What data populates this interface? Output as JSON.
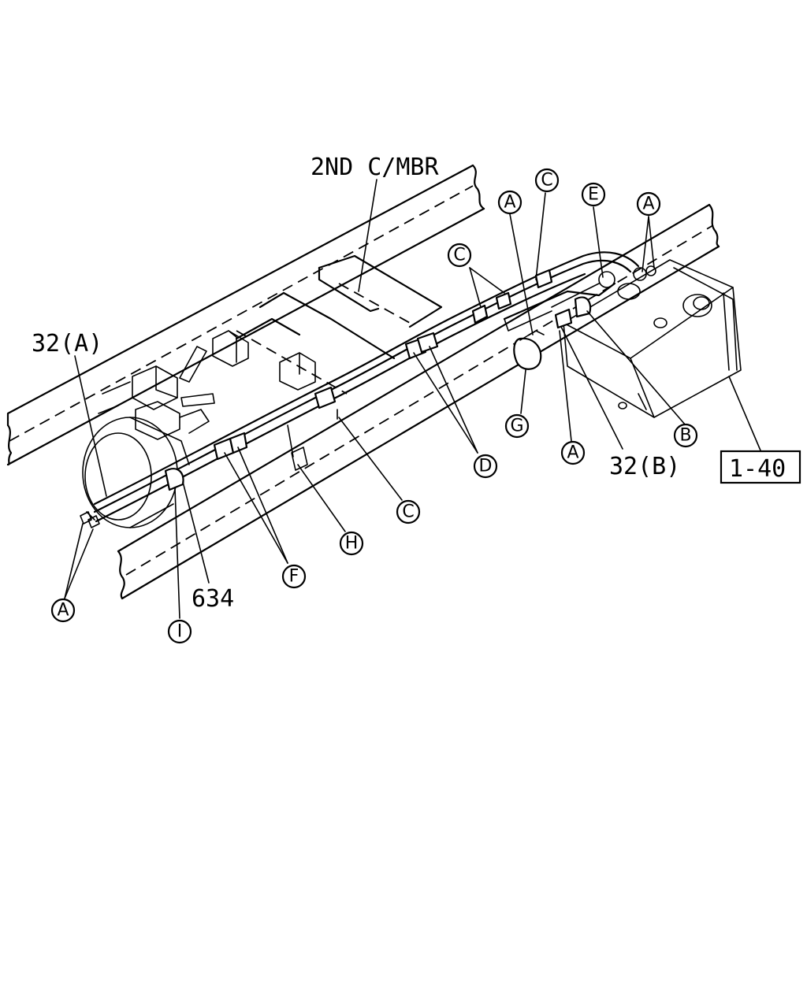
{
  "labels": {
    "crossmember": "2ND C/MBR",
    "hose_a": "32(A)",
    "hose_b": "32(B)",
    "part_634": "634",
    "ref_box": "1-40"
  },
  "callouts": [
    {
      "id": "a_top_mid",
      "letter": "A"
    },
    {
      "id": "c_top",
      "letter": "C"
    },
    {
      "id": "e_top",
      "letter": "E"
    },
    {
      "id": "a_top_right",
      "letter": "A"
    },
    {
      "id": "c_mid",
      "letter": "C"
    },
    {
      "id": "b_right",
      "letter": "B"
    },
    {
      "id": "g_mid",
      "letter": "G"
    },
    {
      "id": "a_mid_low",
      "letter": "A"
    },
    {
      "id": "d_mid",
      "letter": "D"
    },
    {
      "id": "c_low",
      "letter": "C"
    },
    {
      "id": "h_low",
      "letter": "H"
    },
    {
      "id": "f_low",
      "letter": "F"
    },
    {
      "id": "a_left",
      "letter": "A"
    },
    {
      "id": "i_left",
      "letter": "I"
    }
  ]
}
